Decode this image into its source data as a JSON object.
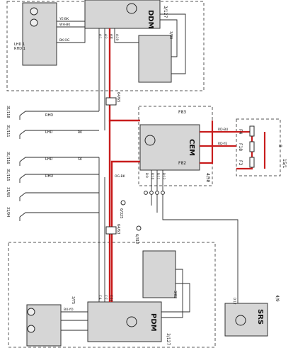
{
  "modules": {
    "ddm": "DDM",
    "pdm": "PDM",
    "cem": "CEM",
    "srs": "SRS"
  },
  "module_ids": {
    "ddm_id": "3/127",
    "pdm_id": "3/127",
    "cem_id": "4/58",
    "srs_id": "4/9",
    "fuse_id": "15/1"
  },
  "fuses": {
    "f4": "F4",
    "f18": "F18",
    "f3": "F3",
    "f83": "F83",
    "f82": "F82"
  },
  "connectors": {
    "c_8": "8",
    "c_84": "84",
    "c_3_80": "3/80",
    "c_3_82": "3/82",
    "c_3_75": "3/75"
  },
  "branch_labels": {
    "lhd_top": "LHD",
    "rhd_top": "RHD",
    "lhd_mid": "LHD",
    "rhd_mid": "RHD",
    "lhd_1": "LHD 1",
    "rhd_1": "RHD 1"
  },
  "wire_colors": {
    "ye_bk": "YE-BK",
    "wh_bk": "WH-BK",
    "bk_og": "BK-OG",
    "rd_bu": "RD-BU",
    "rd_ye": "RD-YE",
    "og_bk": "OG-BK",
    "sk": "SK",
    "bk": "BK",
    "bu_yo": "BU-YO"
  },
  "left_refs": [
    "31/118",
    "31/111",
    "31/116",
    "31/115",
    "31/65",
    "31/94"
  ],
  "ground_points": [
    "6/325",
    "6/312"
  ],
  "splices": [
    "64/65",
    "64/63"
  ],
  "pin_labels": {
    "a1": "A:1",
    "a2": "A:2",
    "a8": "A:8",
    "a19": "A:19",
    "b9": "B:9",
    "b10": "B:10",
    "b11": "B:11",
    "b12": "B:12",
    "c4": "C:4",
    "c7": "C:7",
    "c14": "C:14",
    "d12": "D:12"
  },
  "colors": {
    "wire_red": "#c81d1d",
    "line_dark": "#2a2a2a",
    "box_fill": "#d6d6d6",
    "dashed": "#555555"
  },
  "icons": {
    "module_symbol": "power-circle-icon",
    "motor_symbol": "motor-icon",
    "ground_symbol": "ground-icon"
  }
}
